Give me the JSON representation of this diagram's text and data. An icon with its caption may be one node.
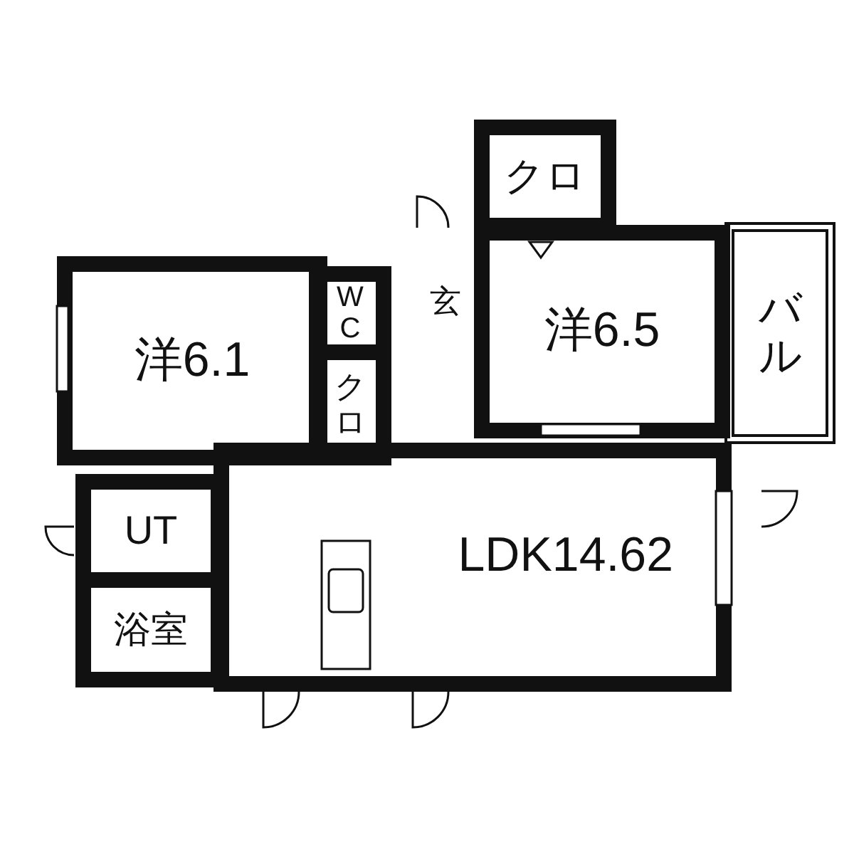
{
  "diagram": {
    "nodes": [
      {
        "text": [
          "クロ"
        ]
      },
      {
        "text": [
          "洋6.1"
        ]
      },
      {
        "text": [
          "WC"
        ]
      },
      {
        "text": [
          "玄"
        ]
      },
      {
        "text": [
          "洋6.5"
        ]
      },
      {
        "text": [
          "バル"
        ]
      },
      {
        "text": [
          "クロ"
        ]
      },
      {
        "text": [
          "UT"
        ]
      },
      {
        "text": [
          "浴室"
        ]
      },
      {
        "text": [
          "LDK14.62"
        ]
      }
    ],
    "edges": []
  }
}
